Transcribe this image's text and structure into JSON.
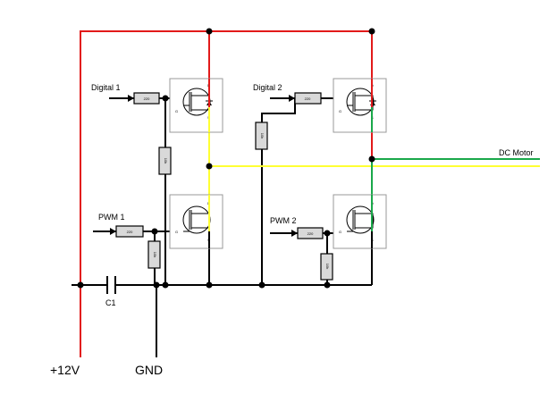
{
  "labels": {
    "digital1": "Digital 1",
    "digital2": "Digital 2",
    "pwm1": "PWM 1",
    "pwm2": "PWM 2",
    "dc_motor": "DC Motor",
    "c1": "C1",
    "plus12v": "+12V",
    "gnd": "GND"
  },
  "resistor_values": {
    "gate_series": "220",
    "pulldown": "10k"
  },
  "mosfet_pins": {
    "gate": "G",
    "drain": "D",
    "source": "S"
  },
  "colors": {
    "supply_wire": "#e21a1a",
    "motor_wire_a": "#ffff33",
    "motor_wire_b": "#1aa84a",
    "ground_wire": "#000000"
  }
}
